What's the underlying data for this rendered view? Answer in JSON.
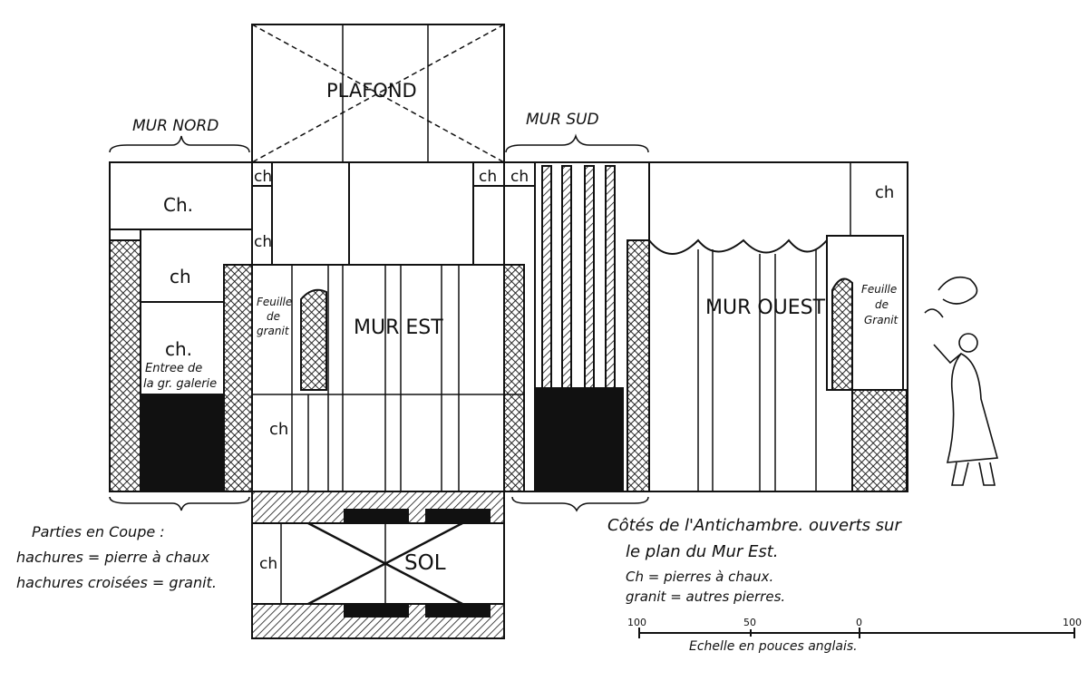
{
  "labels": {
    "plafond": "PLAFOND",
    "mur_nord": "MUR NORD",
    "mur_sud": "MUR SUD",
    "mur_est": "MUR EST",
    "mur_ouest": "MUR OUEST",
    "sol": "SOL",
    "ch_dot": "Ch.",
    "ch": "ch",
    "ch_dot_lower": "ch.",
    "entree_1": "Entree de",
    "entree_2": "la gr. galerie",
    "feuille_est_1": "Feuille",
    "feuille_est_2": "de",
    "feuille_est_3": "granit",
    "feuille_ouest_1": "Feuille",
    "feuille_ouest_2": "de",
    "feuille_ouest_3": "Granit"
  },
  "legend_left": {
    "line1": "Parties en Coupe :",
    "line2": "hachures = pierre à chaux",
    "line3": "hachures croisées = granit."
  },
  "legend_right": {
    "line1": "Côtés de l'Antichambre. ouverts sur",
    "line2": "le plan du Mur Est.",
    "line3": "Ch = pierres à chaux.",
    "line4": "granit = autres pierres."
  },
  "scale": {
    "tick_left": "100",
    "tick_mid": "50",
    "tick_zero": "0",
    "tick_right": "100",
    "caption": "Echelle en pouces anglais."
  },
  "colors": {
    "ink": "#111111",
    "paper": "#ffffff"
  }
}
